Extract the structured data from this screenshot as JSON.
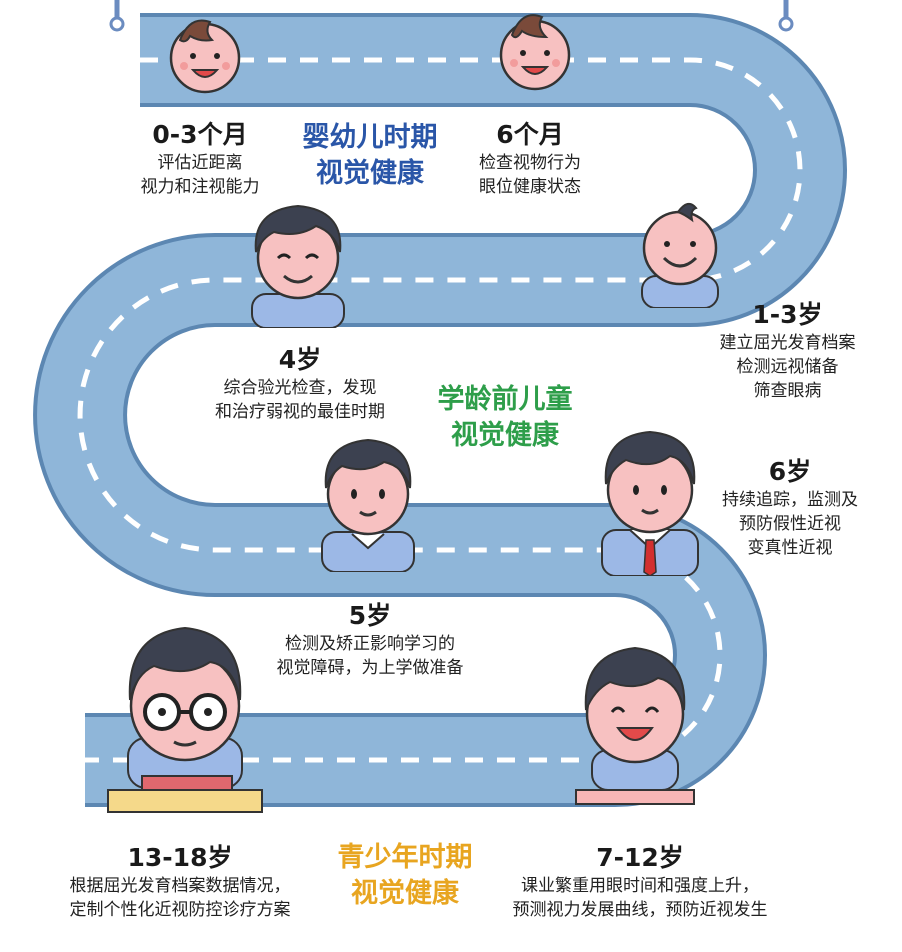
{
  "colors": {
    "road": "#8fb6d9",
    "road_edge": "#5c87b2",
    "dash": "#ffffff",
    "skin": "#f7c1c1",
    "hair": "#3c4150",
    "shirt": "#9cb8e6",
    "title_infant": "#2a56a8",
    "title_preschool": "#2e9e4a",
    "title_teen": "#e8a520"
  },
  "stages": [
    {
      "age": "0-3个月",
      "lines": [
        "评估近距离",
        "视力和注视能力"
      ]
    },
    {
      "age": "6个月",
      "lines": [
        "检查视物行为",
        "眼位健康状态"
      ]
    },
    {
      "age": "1-3岁",
      "lines": [
        "建立屈光发育档案",
        "检测远视储备",
        "筛查眼病"
      ]
    },
    {
      "age": "4岁",
      "lines": [
        "综合验光检查，发现",
        "和治疗弱视的最佳时期"
      ]
    },
    {
      "age": "6岁",
      "lines": [
        "持续追踪，监测及",
        "预防假性近视",
        "变真性近视"
      ]
    },
    {
      "age": "5岁",
      "lines": [
        "检测及矫正影响学习的",
        "视觉障碍，为上学做准备"
      ]
    },
    {
      "age": "13-18岁",
      "lines": [
        "根据屈光发育档案数据情况，",
        "定制个性化近视防控诊疗方案"
      ]
    },
    {
      "age": "7-12岁",
      "lines": [
        "课业繁重用眼时间和强度上升，",
        "预测视力发展曲线，预防近视发生"
      ]
    }
  ],
  "periods": [
    {
      "lines": [
        "婴幼儿时期",
        "视觉健康"
      ],
      "color_key": "title_infant"
    },
    {
      "lines": [
        "学龄前儿童",
        "视觉健康"
      ],
      "color_key": "title_preschool"
    },
    {
      "lines": [
        "青少年时期",
        "视觉健康"
      ],
      "color_key": "title_teen"
    }
  ],
  "icons": [
    "baby-face-icon",
    "baby-face-icon",
    "toddler-face-icon",
    "child-face-icon",
    "child-face-icon",
    "schoolboy-tie-icon",
    "student-glasses-icon",
    "student-smiling-icon"
  ]
}
